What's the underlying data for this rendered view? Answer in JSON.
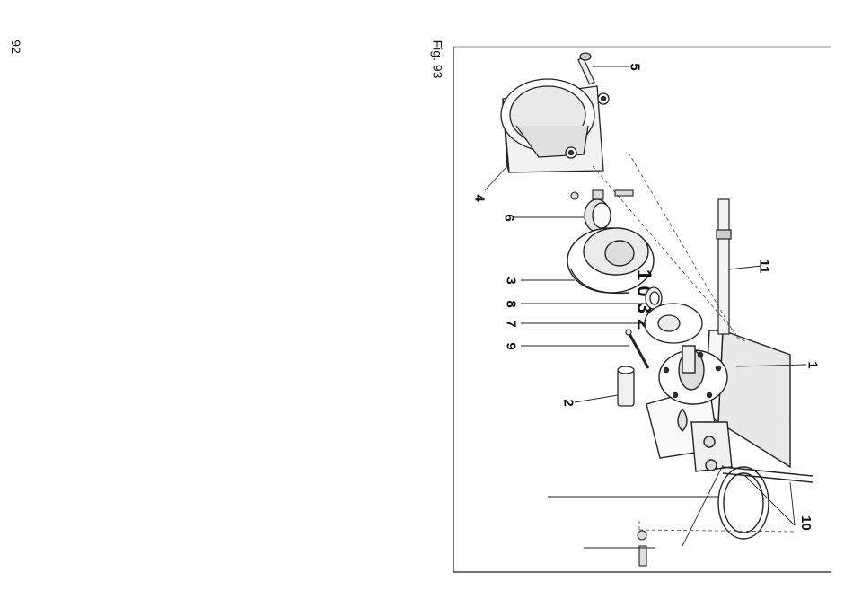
{
  "page": {
    "number": "92"
  },
  "figure": {
    "caption": "Fig. 93"
  },
  "callouts": {
    "c1": "1",
    "c2": "2",
    "c3": "3",
    "c4": "4",
    "c5": "5",
    "c6": "6",
    "c7": "7",
    "c8": "8",
    "c9": "9",
    "c10": "10",
    "c11": "11"
  },
  "dial_markings": "1 0 3 2"
}
